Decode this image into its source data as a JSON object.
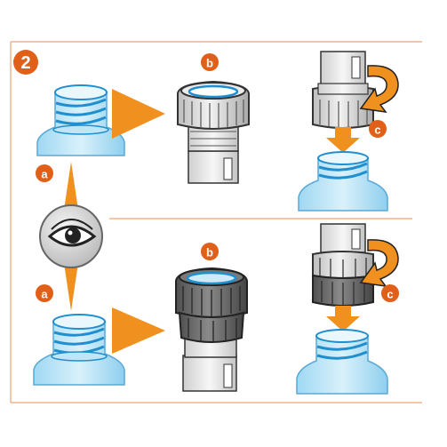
{
  "step": {
    "number": "2"
  },
  "labels": {
    "a": "a",
    "b": "b",
    "c": "c"
  },
  "colors": {
    "accent_orange": "#f0901e",
    "badge_orange": "#e0601a",
    "frame_line": "#f2b48a",
    "bottle_blue": "#7cc6ea",
    "thread_blue": "#1f8fd0",
    "cap_light": "#d8d8d8",
    "cap_dark": "#6a6a6a",
    "outline": "#333333"
  },
  "icons": {
    "eye": "eye-icon",
    "rotate": "rotate-arrow-icon",
    "down": "down-arrow-icon",
    "pointer": "pointer-triangle-icon"
  }
}
